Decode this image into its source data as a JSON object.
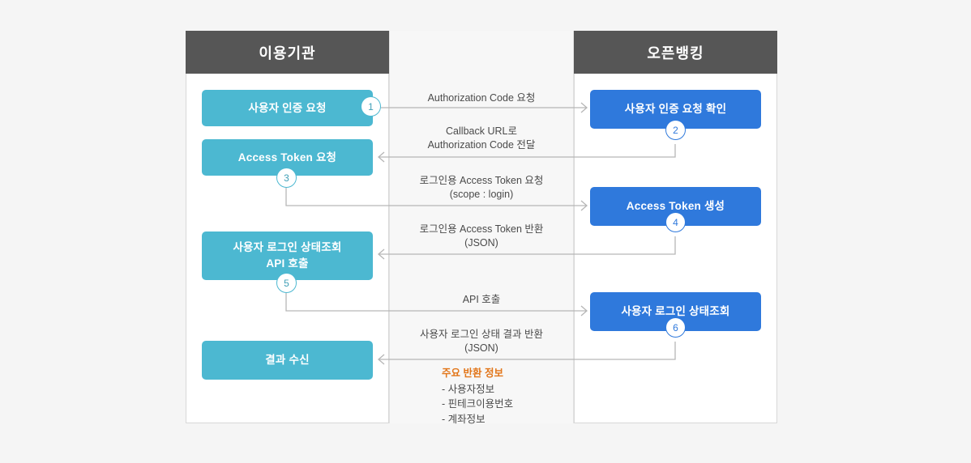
{
  "lanes": [
    {
      "id": "user-org",
      "title": "이용기관"
    },
    {
      "id": "open-banking",
      "title": "오픈뱅킹"
    }
  ],
  "nodes": [
    {
      "id": "n1",
      "lane": "user-org",
      "step": "1",
      "label": "사용자 인증 요청",
      "color": "#4cb8d1"
    },
    {
      "id": "n2",
      "lane": "open-banking",
      "step": "2",
      "label": "사용자 인증 요청 확인",
      "color": "#2f79dc"
    },
    {
      "id": "n3",
      "lane": "user-org",
      "step": "3",
      "label": "Access Token 요청",
      "color": "#4cb8d1"
    },
    {
      "id": "n4",
      "lane": "open-banking",
      "step": "4",
      "label": "Access Token 생성",
      "color": "#2f79dc"
    },
    {
      "id": "n5",
      "lane": "user-org",
      "step": "5",
      "label": "사용자 로그인 상태조회\nAPI 호출",
      "line1": "사용자 로그인 상태조회",
      "line2": "API 호출",
      "color": "#4cb8d1"
    },
    {
      "id": "n6",
      "lane": "open-banking",
      "step": "6",
      "label": "사용자 로그인 상태조회",
      "color": "#2f79dc"
    },
    {
      "id": "n7",
      "lane": "user-org",
      "step": "",
      "label": "결과 수신",
      "color": "#4cb8d1"
    }
  ],
  "messages": [
    {
      "id": "m1",
      "direction": "right",
      "line1": "Authorization Code 요청",
      "line2": ""
    },
    {
      "id": "m2",
      "direction": "left",
      "line1": "Callback URL로",
      "line2": "Authorization Code 전달"
    },
    {
      "id": "m3",
      "direction": "right",
      "line1": "로그인용 Access Token 요청",
      "line2": "(scope : login)"
    },
    {
      "id": "m4",
      "direction": "left",
      "line1": "로그인용 Access Token 반환",
      "line2": "(JSON)"
    },
    {
      "id": "m5",
      "direction": "right",
      "line1": "API 호출",
      "line2": ""
    },
    {
      "id": "m6",
      "direction": "left",
      "line1": "사용자 로그인 상태 결과 반환",
      "line2": "(JSON)"
    }
  ],
  "note": {
    "title": "주요 반환 정보",
    "items": [
      "- 사용자정보",
      "- 핀테크이용번호",
      "- 계좌정보"
    ]
  },
  "colors": {
    "teal": "#4cb8d1",
    "blue": "#2f79dc",
    "header": "#565656",
    "note_title": "#e2761a",
    "wire": "#b6b6b6",
    "page_bg": "#f5f5f5",
    "lane_bg": "#ffffff",
    "middle_bg": "#f7f7f7"
  }
}
